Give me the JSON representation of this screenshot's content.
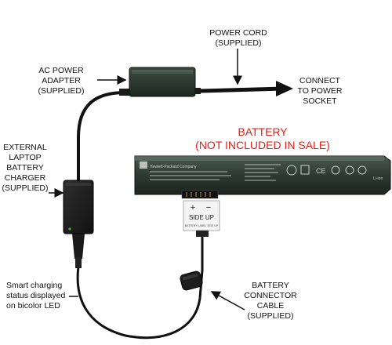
{
  "labels": {
    "power_cord": [
      "POWER CORD",
      "(SUPPLIED)"
    ],
    "ac_adapter": [
      "AC POWER",
      "ADAPTER",
      "(SUPPLIED)"
    ],
    "connect": [
      "CONNECT",
      "TO POWER",
      "SOCKET"
    ],
    "battery": [
      "BATTERY",
      "(NOT INCLUDED IN SALE)"
    ],
    "charger": [
      "EXTERNAL",
      "LAPTOP",
      "BATTERY",
      "CHARGER",
      "(SUPPLIED)"
    ],
    "led_status": [
      "Smart charging",
      "status displayed",
      "on bicolor LED"
    ],
    "connector_cable": [
      "BATTERY",
      "CONNECTOR",
      "CABLE",
      "(SUPPLIED)"
    ]
  },
  "connector_tag": {
    "plus": "+",
    "minus": "−",
    "side_up": "SIDE UP",
    "small": "BATTERY LABEL SIDE UP"
  },
  "battery_label": {
    "brand": "Hewlett-Packard Company",
    "li_ion": "Li-ion"
  },
  "colors": {
    "accent_red": "#e0231b",
    "device_black": "#1c1c1c",
    "battery_green": "#2f3b33"
  }
}
